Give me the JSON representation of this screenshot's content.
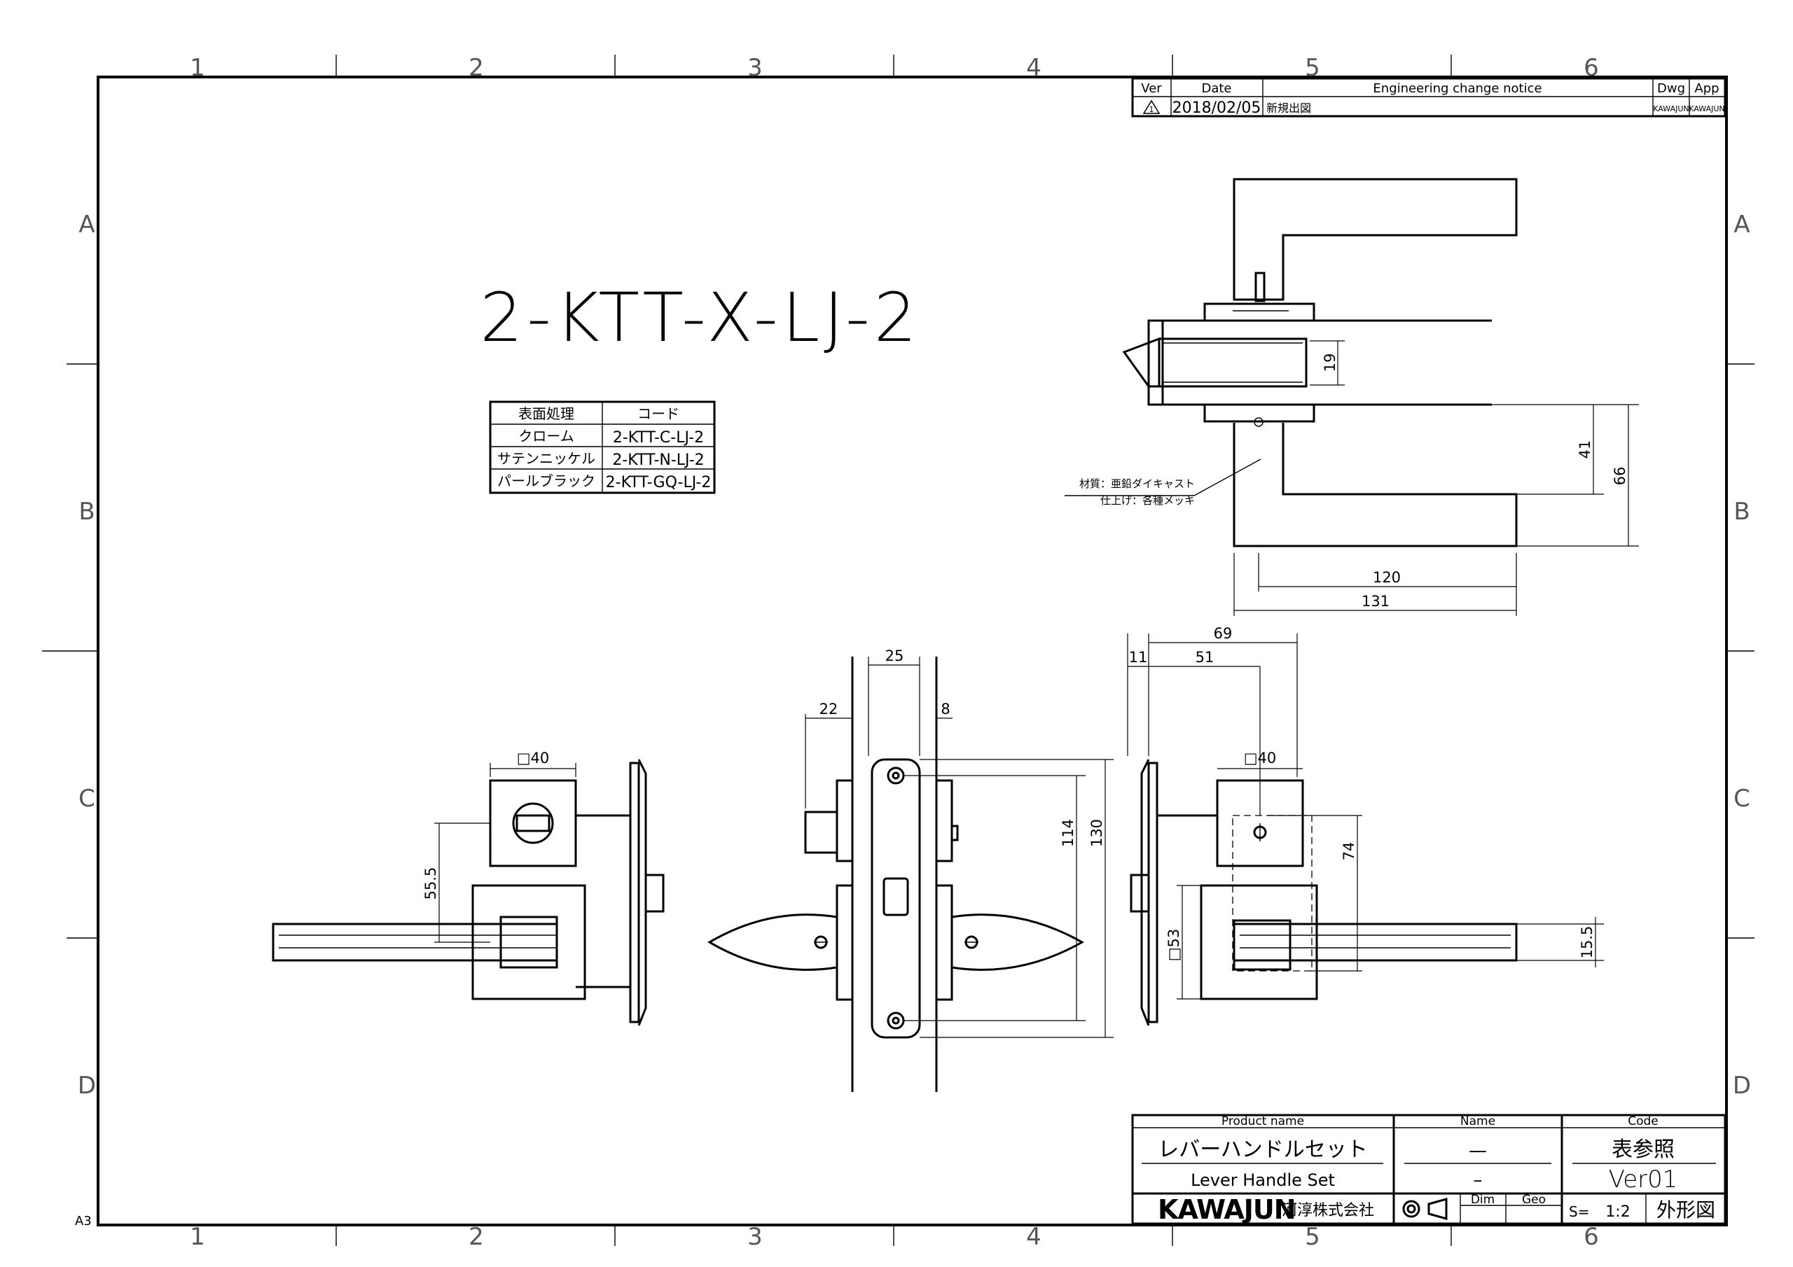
{
  "frame": {
    "columns": [
      "1",
      "2",
      "3",
      "4",
      "5",
      "6"
    ],
    "rows": [
      "A",
      "B",
      "C",
      "D"
    ],
    "sheet_size": "A3"
  },
  "revision": {
    "headers": {
      "ver": "Ver",
      "date": "Date",
      "ecn": "Engineering change notice",
      "dwg": "Dwg",
      "app": "App"
    },
    "rows": [
      {
        "ver": "1",
        "date": "2018/02/05",
        "notice": "新規出図",
        "dwg": "KAWAJUN",
        "app": "KAWAJUN"
      }
    ]
  },
  "model_number": "2-KTT-X-LJ-2",
  "finish_table": {
    "headers": [
      "表面処理",
      "コード"
    ],
    "rows": [
      [
        "クローム",
        "2-KTT-C-LJ-2"
      ],
      [
        "サテンニッケル",
        "2-KTT-N-LJ-2"
      ],
      [
        "パールブラック",
        "2-KTT-GQ-LJ-2"
      ]
    ]
  },
  "notes": {
    "material": "材質：亜鉛ダイキャスト",
    "finish": "仕上げ：各種メッキ"
  },
  "dimensions": {
    "top_view": {
      "d19": "19",
      "d41": "41",
      "d66": "66",
      "d120": "120",
      "d131": "131"
    },
    "left_view": {
      "sq40": "□40",
      "d55_5": "55.5"
    },
    "center_view": {
      "d25": "25",
      "d22": "22",
      "d8": "8",
      "d114": "114",
      "d130": "130"
    },
    "right_view": {
      "d69": "69",
      "d11": "11",
      "d51": "51",
      "sq40": "□40",
      "d74": "74",
      "sq53": "□53",
      "d15_5": "15.5"
    }
  },
  "title_block": {
    "product_name_label": "Product name",
    "name_label": "Name",
    "code_label": "Code",
    "product_name_jp": "レバーハンドルセット",
    "product_name_en": "Lever Handle Set",
    "name_value_1": "—",
    "name_value_2": "–",
    "code_value": "表参照",
    "version": "Ver01",
    "company_logo": "KAWAJUN",
    "company_name": "河淳株式会社",
    "dim_label": "Dim",
    "geo_label": "Geo",
    "scale_label": "S=",
    "scale_value": "1:2",
    "drawing_type": "外形図"
  }
}
